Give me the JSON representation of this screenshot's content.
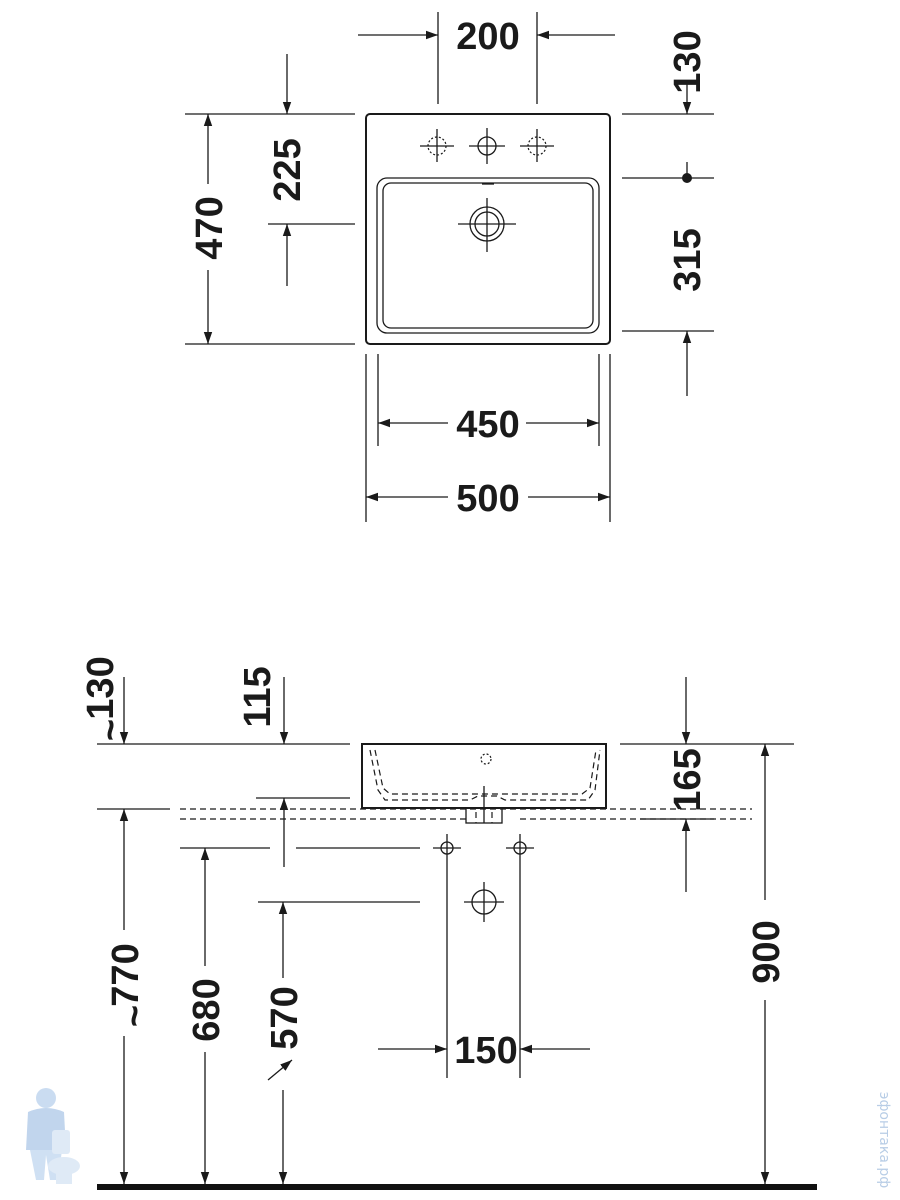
{
  "top_view": {
    "dim_tap_spacing": "200",
    "dim_tap_offset": "130",
    "dim_overall_depth": "470",
    "dim_center_depth": "225",
    "dim_basin_depth": "315",
    "dim_basin_width": "450",
    "dim_overall_width": "500"
  },
  "side_view": {
    "dim_left_top": "130",
    "dim_left_top_prefix": "~",
    "dim_drain_height": "115",
    "dim_basin_height": "165",
    "dim_total_height": "900",
    "dim_770": "770",
    "dim_770_prefix": "~",
    "dim_680": "680",
    "dim_570": "570",
    "dim_150": "150"
  },
  "watermark": {
    "text": "эфонтака.рф"
  }
}
